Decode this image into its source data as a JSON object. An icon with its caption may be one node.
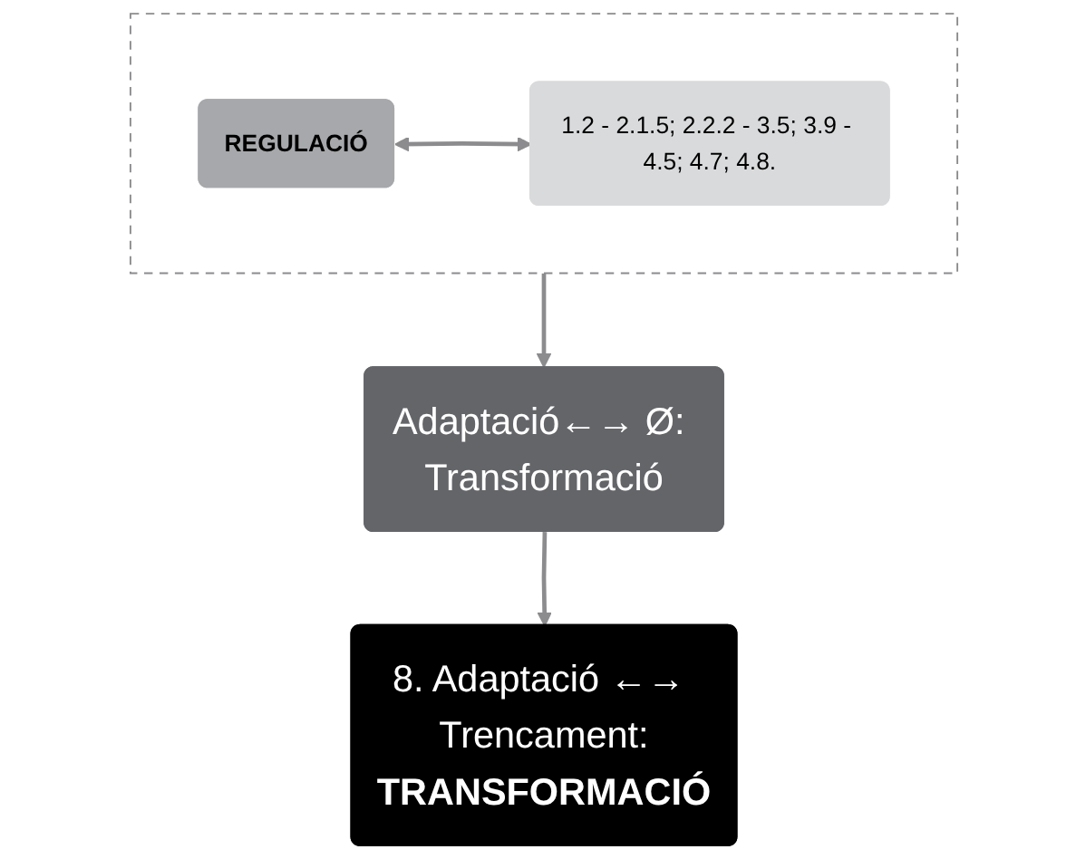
{
  "diagram": {
    "nodes": [
      {
        "text": [],
        "shape": "box"
      },
      {
        "text": [
          "REGULACIÓ"
        ],
        "in": 0
      },
      {
        "text": [
          "1.2 - 2.1.5; 2.2.2 - 3.5; 3.9 - 4.5; 4.7; 4.8."
        ],
        "in": 0
      },
      {
        "text": [
          "Adaptació←→ Ø: Transformació"
        ]
      },
      {
        "text": [
          "8. Adaptació ←→ Trencament:",
          "TRANSFORMACIÓ"
        ]
      }
    ],
    "edges": [
      {
        "from": 1,
        "to": 2,
        "arrow": "both"
      },
      {
        "from": 0,
        "to": 3,
        "arrow": "to"
      },
      {
        "from": 3,
        "to": 4,
        "arrow": "to"
      }
    ]
  }
}
